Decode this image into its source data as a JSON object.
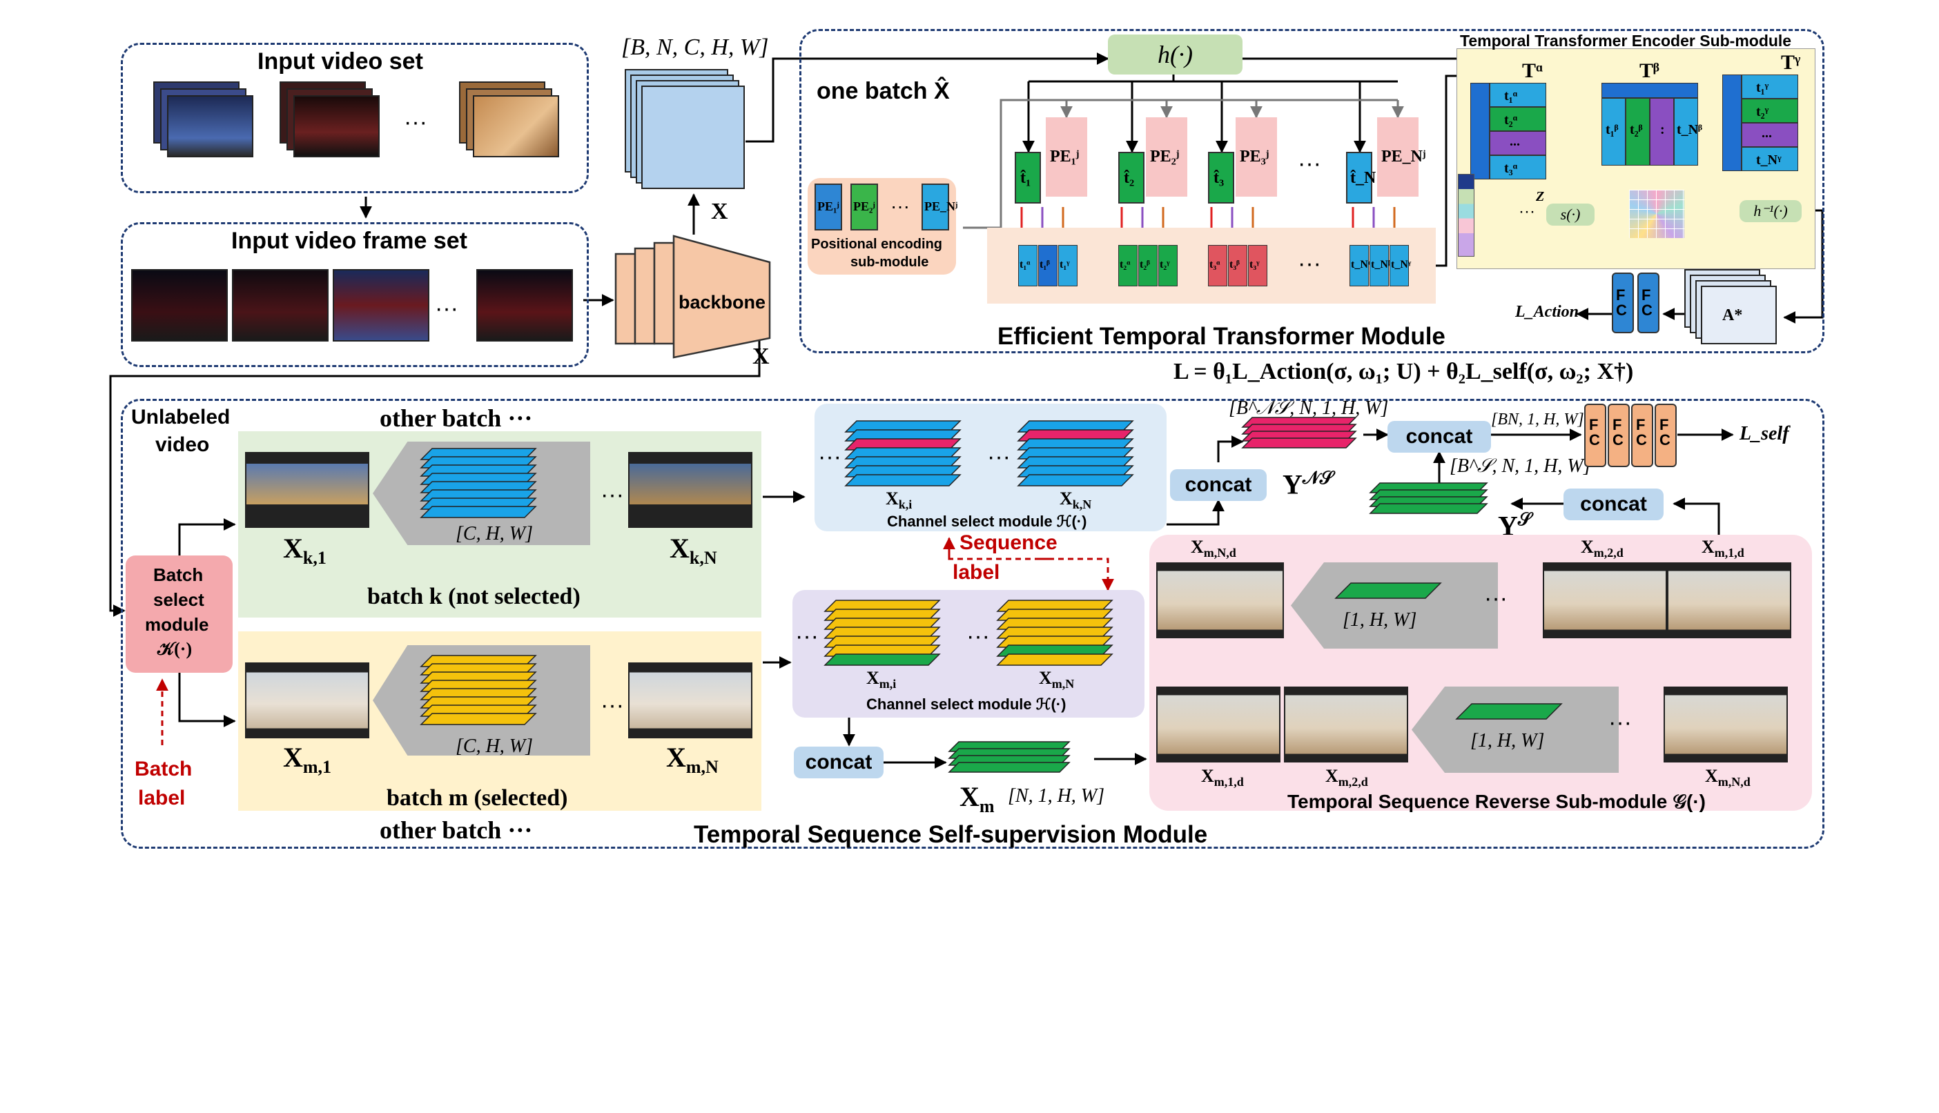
{
  "colors": {
    "border": "#1f3b73",
    "arrow": "#000000",
    "red": "#c00000",
    "blue": "#1f6fd0",
    "purple": "#8a4fc1",
    "orange": "#d2691e",
    "cyan": "#2aa7e0",
    "yellow": "#f2c40c",
    "green": "#1aa84a",
    "pink": "#e8246a"
  },
  "top": {
    "input_video_set": "Input video set",
    "input_frame_set": "Input video frame set",
    "dots": "···",
    "backbone": "backbone",
    "tensor_shape": "[B, N, C, H, W]",
    "x_label": "X",
    "x_label2": "X"
  },
  "ett": {
    "title": "Efficient Temporal Transformer Module",
    "one_batch": "one batch X̂",
    "h_func": "h(·)",
    "pe_module_line1": "Positional encoding",
    "pe_module_line2": "sub-module",
    "pe_stack": [
      "PE₁ʲ",
      "PE₂ʲ",
      "PE_Nʲ"
    ],
    "t_tokens": [
      "t̂₁",
      "t̂₂",
      "t̂₃",
      "t̂_N"
    ],
    "pe_tokens": [
      "PE₁ʲ",
      "PE₂ʲ",
      "PE₃ʲ",
      "PE_Nʲ"
    ],
    "out_groups": [
      [
        "t₁ᵅ",
        "t₁ᵝ",
        "t₁ᵞ"
      ],
      [
        "t₂ᵅ",
        "t₂ᵝ",
        "t₂ᵞ"
      ],
      [
        "t₃ᵅ",
        "t₃ᵝ",
        "t₃ᵞ"
      ],
      [
        "t_Nᵅ",
        "t_Nᵝ",
        "t_Nᵞ"
      ]
    ],
    "encoder_title": "Temporal Transformer Encoder Sub-module",
    "t_alpha": "Tᵅ",
    "t_beta": "Tᵝ",
    "t_gamma": "Tᵞ",
    "alpha_cells": [
      "t₁ᵅ",
      "t₂ᵅ",
      "...",
      "t₃ᵅ"
    ],
    "beta_cells": [
      "t₁ᵝ",
      "t₂ᵝ",
      ":",
      "t_Nᵝ"
    ],
    "gamma_cells": [
      "t₁ᵞ",
      "t₂ᵞ",
      "...",
      "t_Nᵞ"
    ],
    "z": "Z",
    "s_func": "s(·)",
    "h_inv": "h⁻¹(·)",
    "a_star": "A*",
    "fc": "FC",
    "l_action": "L_Action"
  },
  "loss": "L = θ₁L_Action(σ, ω₁; U) + θ₂L_self(σ, ω₂; X†)",
  "tss": {
    "title": "Temporal Sequence Self-supervision Module",
    "unlabeled": "Unlabeled video",
    "other_batch_top": "other batch ···",
    "other_batch_bottom": "other batch ···",
    "batch_select": [
      "Batch",
      "select",
      "module",
      "𝒦(·)"
    ],
    "batch_label": [
      "Batch",
      "label"
    ],
    "xk1": "X_k,1",
    "xkn": "X_k,N",
    "xm1": "X_m,1",
    "xmn": "X_m,N",
    "chw": "[C, H, W]",
    "batch_k": "batch k (not selected)",
    "batch_m": "batch m (selected)",
    "xki": "X_k,i",
    "xkN": "X_k,N",
    "xmi": "X_m,i",
    "xmN": "X_m,N",
    "csm": "Channel select module ℋ(·)",
    "seq_label": [
      "Sequence",
      "label"
    ],
    "concat": "concat",
    "xm": "X_m",
    "xm_shape": "[N, 1, H, W]",
    "yns": "Y^𝒩𝒮",
    "ys": "Y^𝒮",
    "bns_shape": "[B^𝒩𝒮, N, 1, H, W]",
    "bs_shape": "[B^𝒮, N, 1, H, W]",
    "bn_shape": "[BN, 1, H, W]",
    "l_self": "L_self",
    "rev_title": "Temporal Sequence Reverse Sub-module 𝒢(·)",
    "rev_top": [
      "X_m,N,d",
      "X_m,2,d",
      "X_m,1,d"
    ],
    "rev_bottom": [
      "X_m,1,d",
      "X_m,2,d",
      "X_m,N,d"
    ],
    "one_hw": "[1, H, W]"
  }
}
